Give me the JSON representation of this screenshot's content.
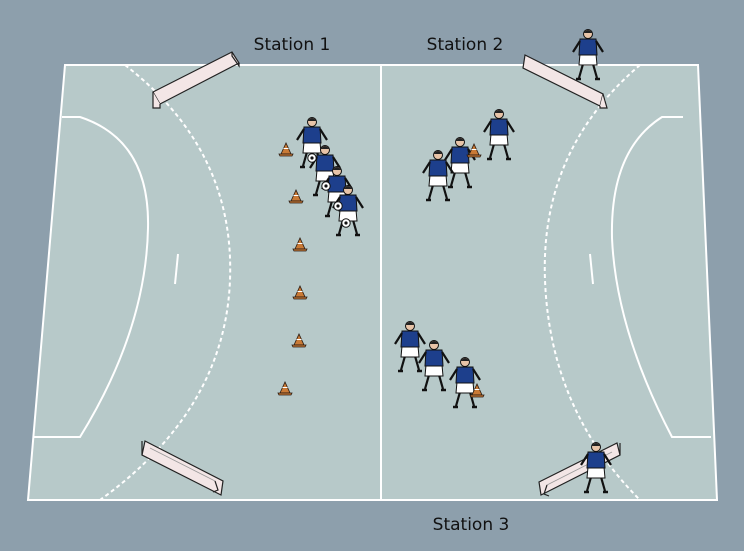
{
  "diagram": {
    "stations": [
      "Station 1",
      "Station 2",
      "Station 3"
    ]
  },
  "colors": {
    "background": "#8d9fac",
    "court": "#b7c9c9",
    "lines": "#ffffff",
    "jersey": "#1d3f8c",
    "shorts": "#ffffff",
    "cone": "#c97a36",
    "goal": "#f3e6e6"
  },
  "icons": [
    "player-icon",
    "cone-icon",
    "ball-icon",
    "goal-icon"
  ]
}
